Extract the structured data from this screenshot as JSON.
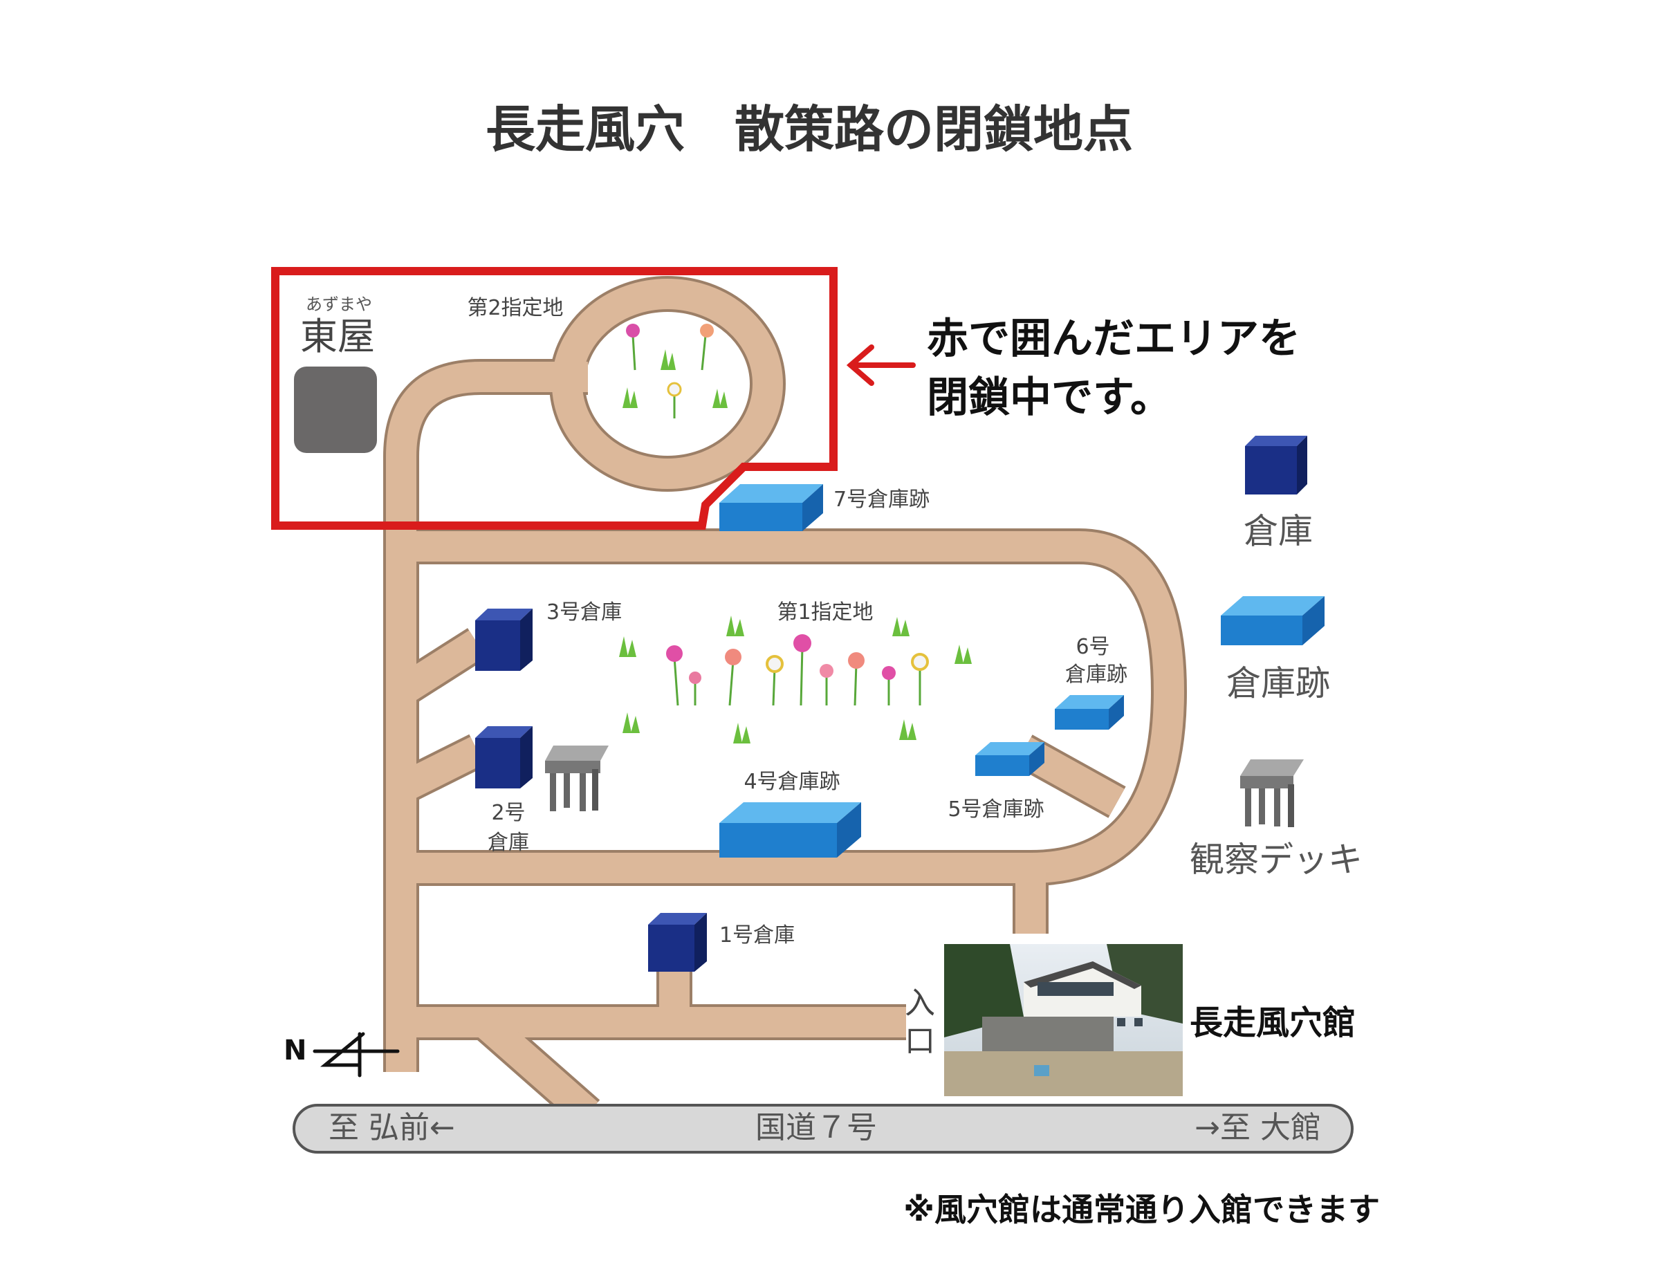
{
  "title": "長走風穴　散策路の閉鎖地点",
  "notice": {
    "line1": "赤で囲んだエリアを",
    "line2": "閉鎖中です。"
  },
  "labels": {
    "azumaya_furigana": "あずまや",
    "azumaya": "東屋",
    "site2": "第2指定地",
    "site1": "第1指定地",
    "shed7_ruin": "7号倉庫跡",
    "shed3": "3号倉庫",
    "shed2_line1": "2号",
    "shed2_line2": "倉庫",
    "shed4_ruin": "4号倉庫跡",
    "shed5_ruin": "5号倉庫跡",
    "shed6_line1": "6号",
    "shed6_line2": "倉庫跡",
    "shed1": "1号倉庫",
    "entrance_1": "入",
    "entrance_2": "口",
    "hall": "長走風穴館"
  },
  "legend": {
    "warehouse": "倉庫",
    "warehouse_ruin": "倉庫跡",
    "deck": "観察デッキ"
  },
  "road": {
    "left": "至 弘前←",
    "center": "国道７号",
    "right": "→至 大館"
  },
  "north": "N",
  "footnote": "※風穴館は通常通り入館できます",
  "colors": {
    "path": "#dcb89a",
    "path_edge": "#9c7f67",
    "closed_area": "#d91c1c",
    "warehouse": "#1a2f86",
    "warehouse_ruin": "#1f7fce",
    "azumaya": "#6a6868",
    "deck": "#888888",
    "road": "#d8d8d8"
  }
}
